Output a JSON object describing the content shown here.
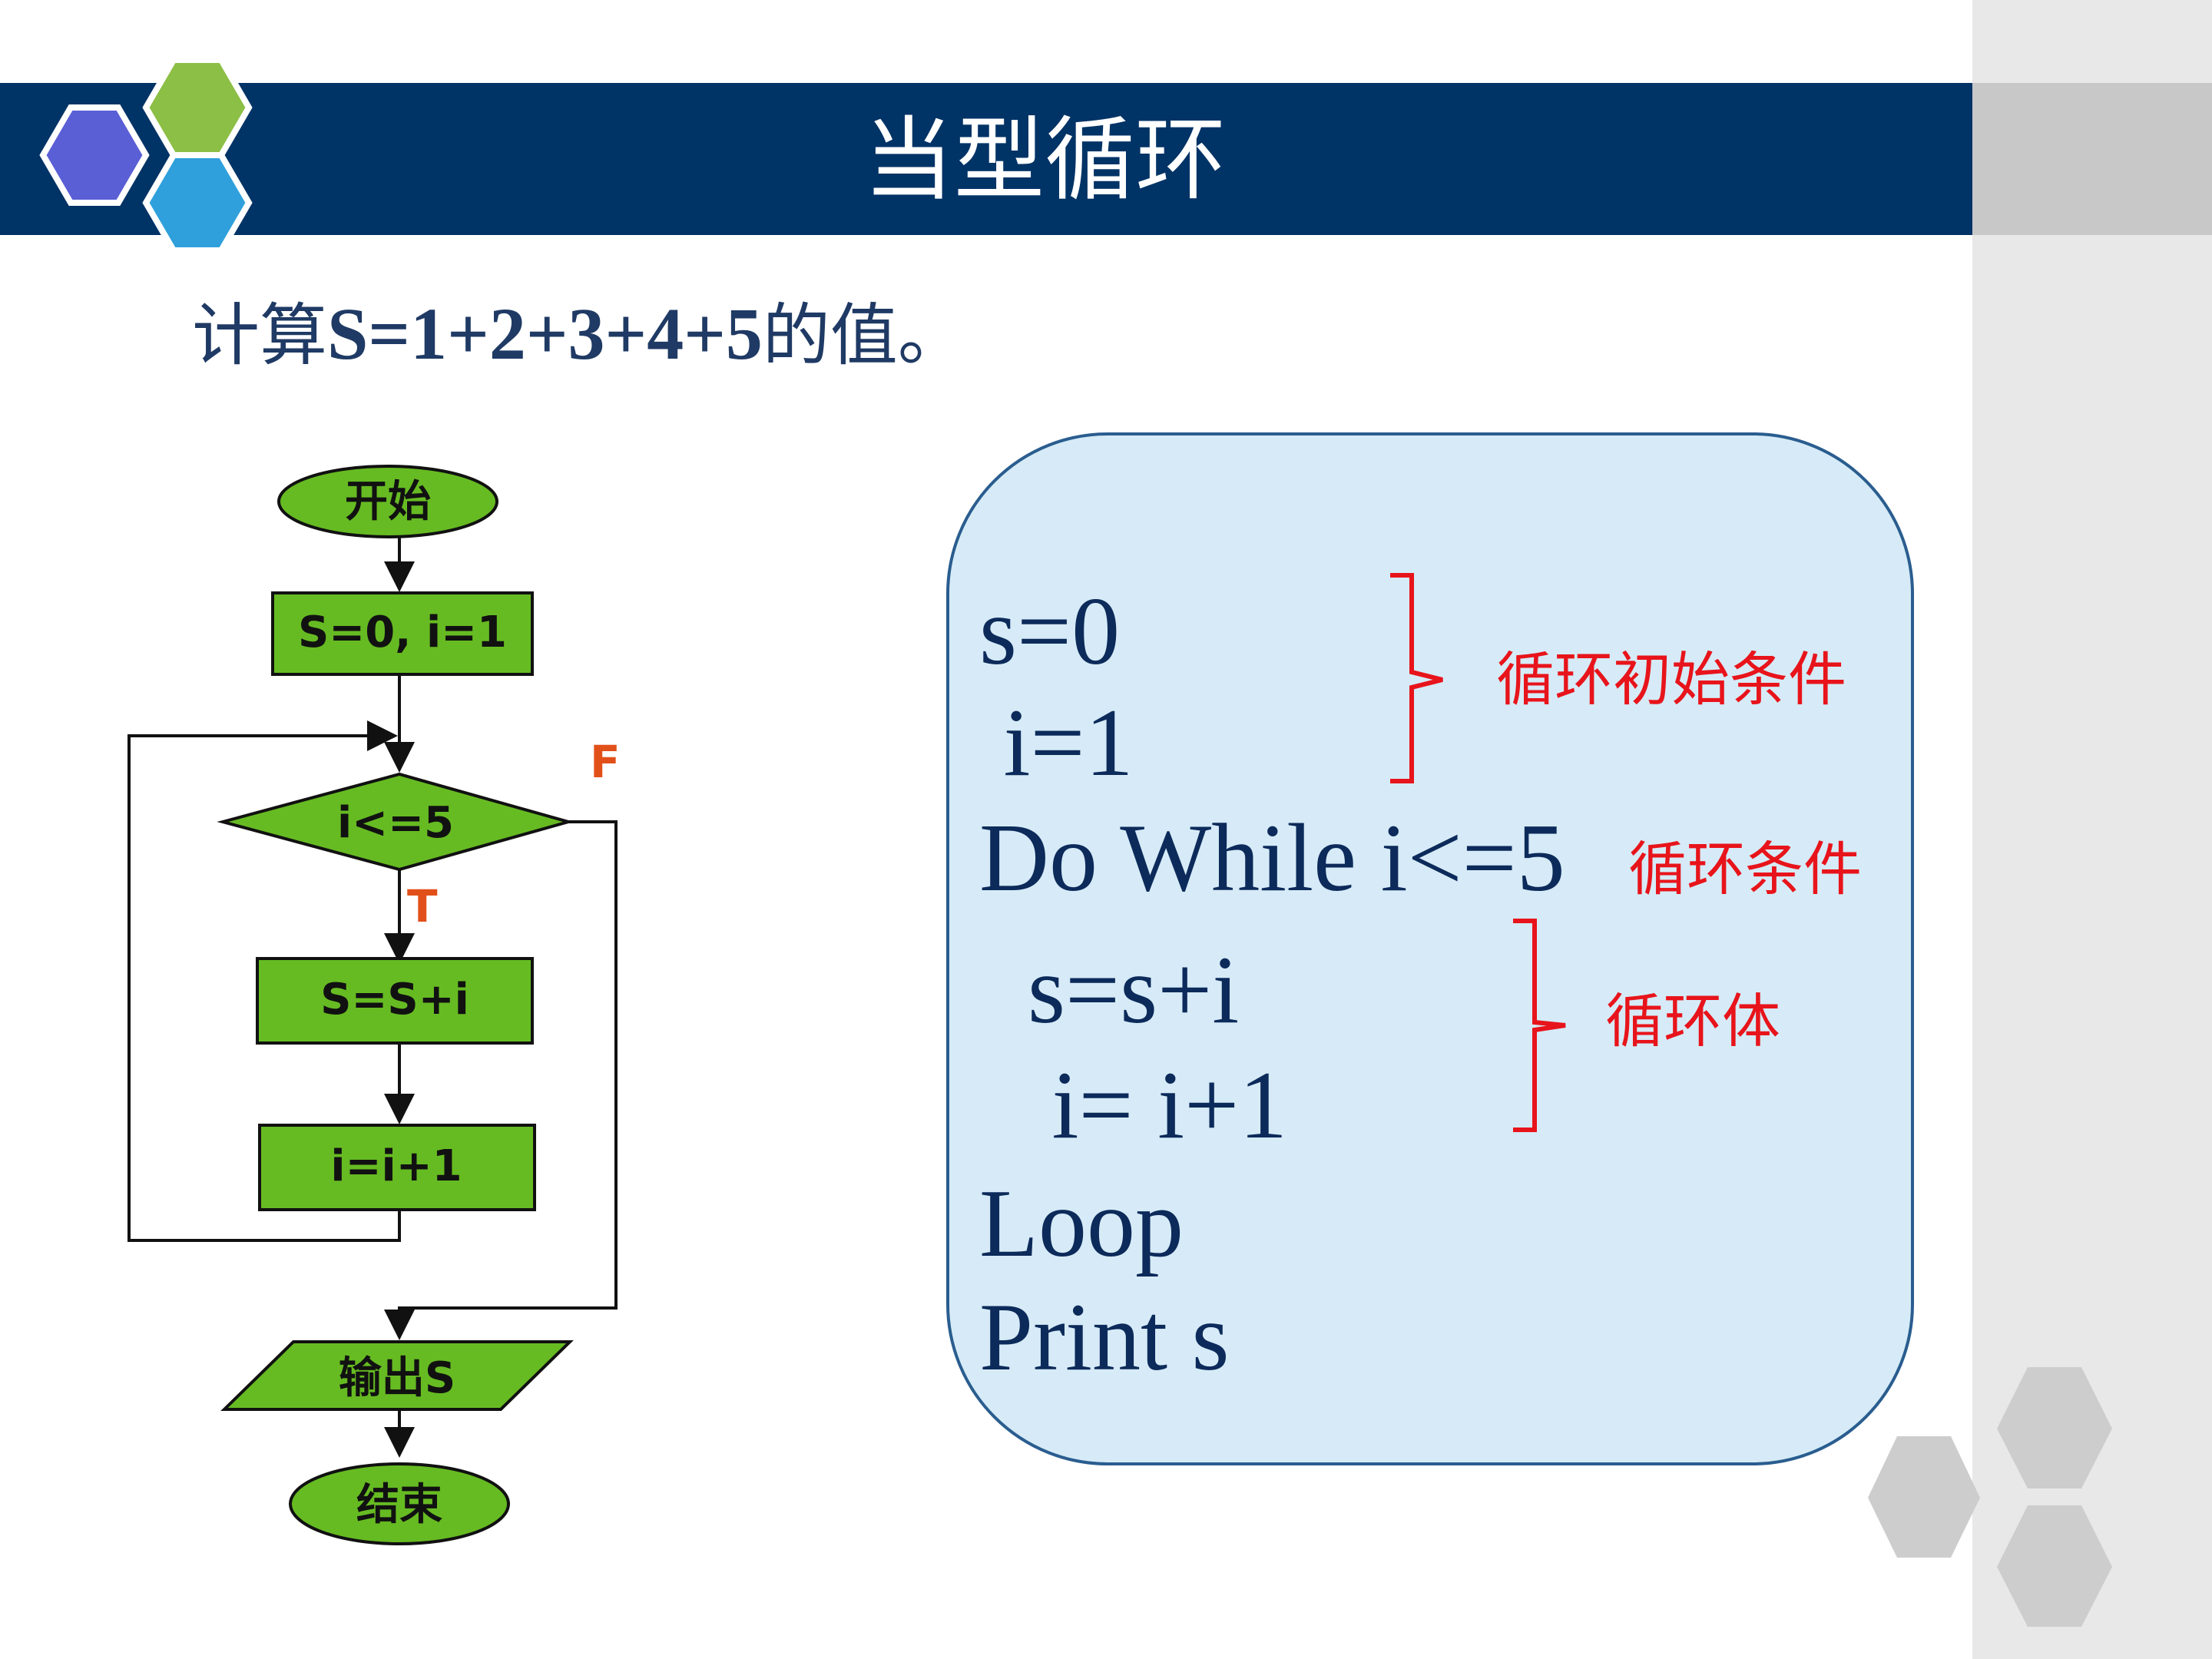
{
  "slide": {
    "title": "当型循环",
    "subtitle_prefix": "计算",
    "subtitle_formula": "S=1+2+3+4+5",
    "subtitle_suffix": "的值。"
  },
  "flowchart": {
    "start": "开始",
    "init": "S=0, i=1",
    "condition": "i<=5",
    "true_label": "T",
    "false_label": "F",
    "accumulate": "S=S+i",
    "increment": "i=i+1",
    "output": "输出S",
    "end": "结束"
  },
  "code": {
    "lines": [
      "s=0",
      " i=1",
      "Do While i<=5",
      "  s=s+i",
      "   i= i+1",
      "Loop",
      "Print s"
    ],
    "annotations": {
      "init": "循环初始条件",
      "condition": "循环条件",
      "body": "循环体"
    }
  },
  "colors": {
    "title_bar": "#003366",
    "flow_green": "#66bb22",
    "annotation_red": "#e8141b",
    "code_box": "#d6ebf7"
  }
}
